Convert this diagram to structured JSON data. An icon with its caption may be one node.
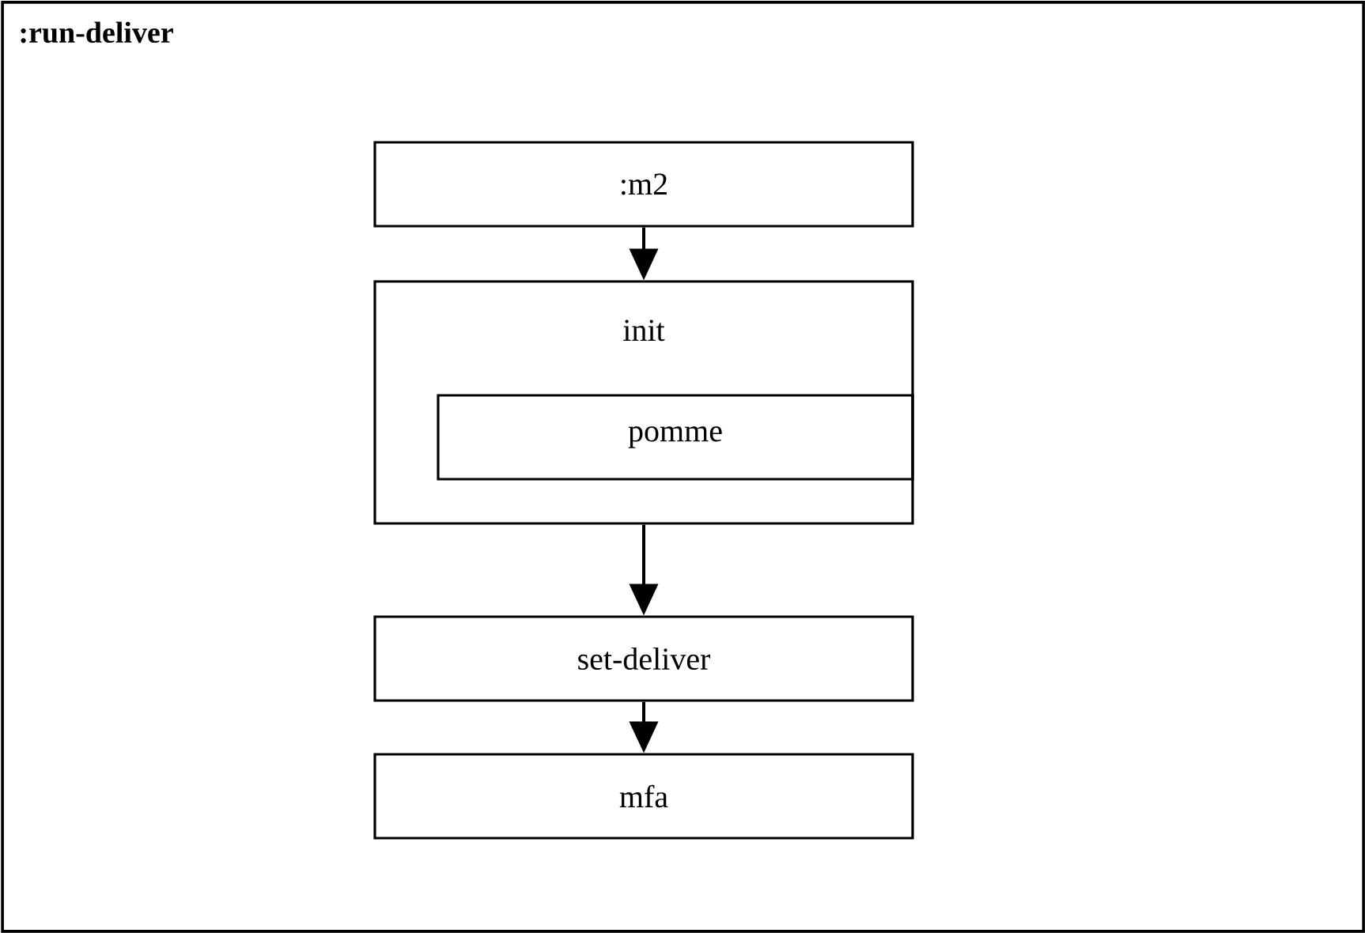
{
  "diagram": {
    "nodes": [
      {
        "text": [
          ":run-deliver"
        ]
      },
      {
        "text": [
          ":m2"
        ],
        "in": 0
      },
      {
        "text": [
          "init"
        ],
        "in": 0
      },
      {
        "text": [
          "pomme"
        ],
        "in": 2
      },
      {
        "text": [
          "set-deliver"
        ],
        "in": 0
      },
      {
        "text": [
          "mfa"
        ],
        "in": 0
      }
    ],
    "edges": [
      {
        "from": 1,
        "to": 2,
        "arrow": "to"
      },
      {
        "from": 2,
        "to": 4,
        "arrow": "to"
      },
      {
        "from": 4,
        "to": 5,
        "arrow": "to"
      }
    ]
  }
}
